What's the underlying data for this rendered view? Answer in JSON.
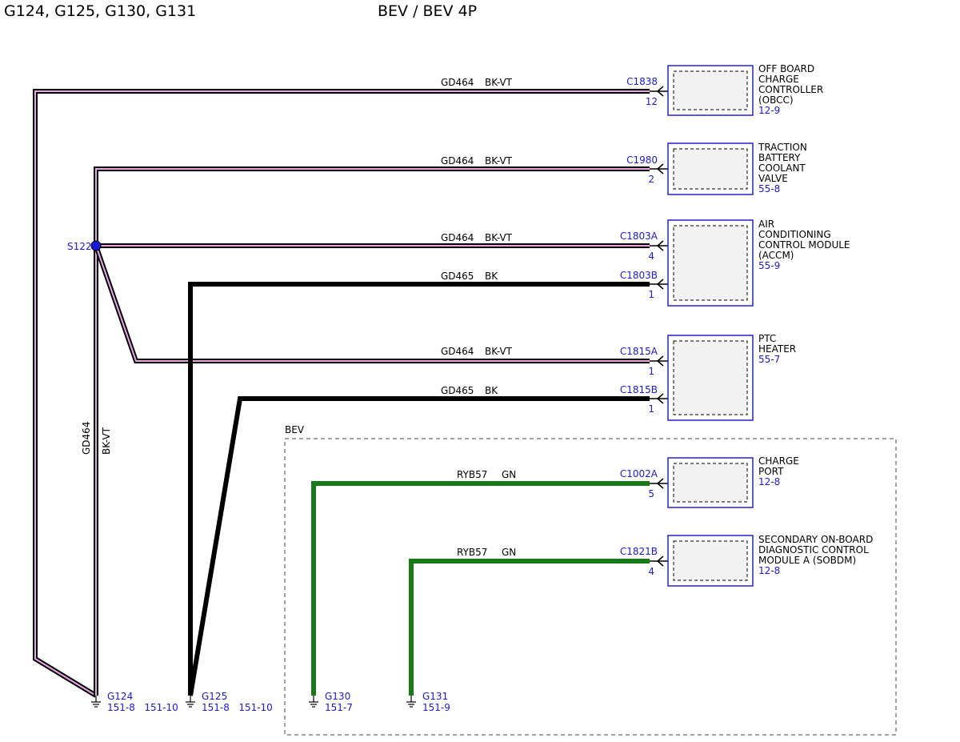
{
  "header": {
    "title_left": "G124, G125, G130, G131",
    "title_right": "BEV / BEV 4P"
  },
  "colors": {
    "ref_blue": "#1a1ad6",
    "box_blue": "#2323c8",
    "wire_black": "#000000",
    "wire_violet": "#e8a6e8",
    "wire_green": "#167a16"
  },
  "components": [
    {
      "name": [
        "OFF BOARD",
        "CHARGE",
        "CONTROLLER",
        "(OBCC)"
      ],
      "page": "12-9"
    },
    {
      "name": [
        "TRACTION",
        "BATTERY",
        "COOLANT",
        "VALVE"
      ],
      "page": "55-8"
    },
    {
      "name": [
        "AIR",
        "CONDITIONING",
        "CONTROL MODULE",
        "(ACCM)"
      ],
      "page": "55-9"
    },
    {
      "name": [
        "PTC",
        "HEATER"
      ],
      "page": "55-7"
    },
    {
      "name": [
        "CHARGE",
        "PORT"
      ],
      "page": "12-8"
    },
    {
      "name": [
        "SECONDARY ON-BOARD",
        "DIAGNOSTIC CONTROL",
        "MODULE A (SOBDM)"
      ],
      "page": "12-8"
    }
  ],
  "connectors": [
    {
      "id": "C1838",
      "pin": "12"
    },
    {
      "id": "C1980",
      "pin": "2"
    },
    {
      "id": "C1803A",
      "pin": "4"
    },
    {
      "id": "C1803B",
      "pin": "1"
    },
    {
      "id": "C1815A",
      "pin": "1"
    },
    {
      "id": "C1815B",
      "pin": "1"
    },
    {
      "id": "C1002A",
      "pin": "5"
    },
    {
      "id": "C1821B",
      "pin": "4"
    }
  ],
  "wires": [
    {
      "circuit": "GD464",
      "color": "BK-VT"
    },
    {
      "circuit": "GD464",
      "color": "BK-VT"
    },
    {
      "circuit": "GD464",
      "color": "BK-VT"
    },
    {
      "circuit": "GD465",
      "color": "BK"
    },
    {
      "circuit": "GD464",
      "color": "BK-VT"
    },
    {
      "circuit": "GD465",
      "color": "BK"
    },
    {
      "circuit": "RYB57",
      "color": "GN"
    },
    {
      "circuit": "RYB57",
      "color": "GN"
    }
  ],
  "vertical_wire": {
    "circuit": "GD464",
    "color": "BK-VT"
  },
  "splice": {
    "id": "S122"
  },
  "grounds": [
    {
      "id": "G124",
      "pages": "151-8   151-10"
    },
    {
      "id": "G125",
      "pages": "151-8   151-10"
    },
    {
      "id": "G130",
      "pages": "151-7"
    },
    {
      "id": "G131",
      "pages": "151-9"
    }
  ],
  "bev_region": {
    "label": "BEV"
  }
}
